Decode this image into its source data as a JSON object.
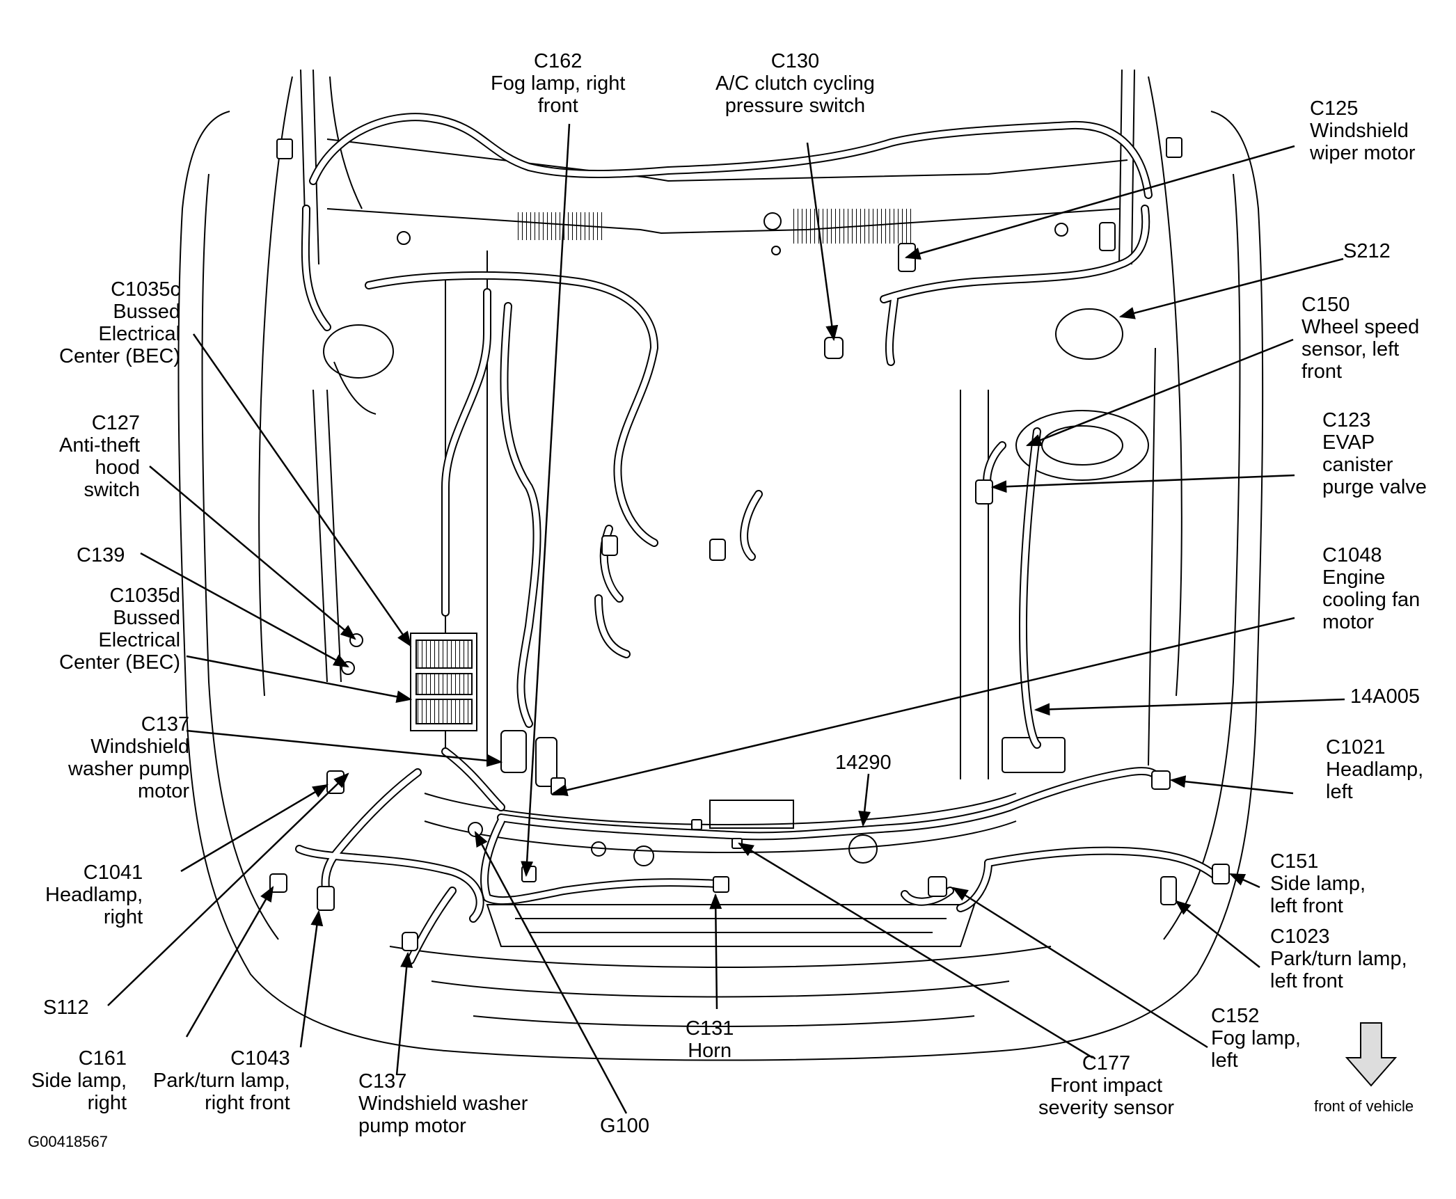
{
  "figure_id": "G00418567",
  "front_indicator": "front of vehicle",
  "callouts": {
    "c162": [
      "C162",
      "Fog lamp, right",
      "front"
    ],
    "c130": [
      "C130",
      "A/C clutch cycling",
      "pressure switch"
    ],
    "c125": [
      "C125",
      "Windshield",
      "wiper motor"
    ],
    "s212": [
      "S212"
    ],
    "c150": [
      "C150",
      "Wheel speed",
      "sensor, left",
      "front"
    ],
    "c123": [
      "C123",
      "EVAP",
      "canister",
      "purge valve"
    ],
    "c1048": [
      "C1048",
      "Engine",
      "cooling fan",
      "motor"
    ],
    "a14005": [
      "14A005"
    ],
    "c1021": [
      "C1021",
      "Headlamp,",
      "left"
    ],
    "c151": [
      "C151",
      "Side lamp,",
      "left front"
    ],
    "c1023": [
      "C1023",
      "Park/turn lamp,",
      "left front"
    ],
    "c152": [
      "C152",
      "Fog lamp,",
      "left"
    ],
    "c177": [
      "C177",
      "Front impact",
      "severity sensor"
    ],
    "n14290": [
      "14290"
    ],
    "c131": [
      "C131",
      "Horn"
    ],
    "g100": [
      "G100"
    ],
    "c137b": [
      "C137",
      "Windshield washer",
      "pump motor"
    ],
    "c1043": [
      "C1043",
      "Park/turn lamp,",
      "right front"
    ],
    "c161": [
      "C161",
      "Side lamp,",
      "right"
    ],
    "s112": [
      "S112"
    ],
    "c1041": [
      "C1041",
      "Headlamp,",
      "right"
    ],
    "c137a": [
      "C137",
      "Windshield",
      "washer pump",
      "motor"
    ],
    "c1035d": [
      "C1035d",
      "Bussed",
      "Electrical",
      "Center (BEC)"
    ],
    "c139": [
      "C139"
    ],
    "c127": [
      "C127",
      "Anti-theft",
      "hood",
      "switch"
    ],
    "c1035c": [
      "C1035c",
      "Bussed",
      "Electrical",
      "Center (BEC)"
    ]
  }
}
